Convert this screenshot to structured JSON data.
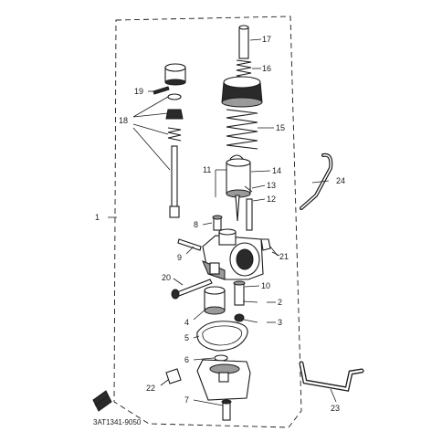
{
  "diagram": {
    "drawing_code": "3AT1341-9050",
    "callouts": [
      {
        "key": "c1",
        "label": "1"
      },
      {
        "key": "c2",
        "label": "2"
      },
      {
        "key": "c3",
        "label": "3"
      },
      {
        "key": "c4",
        "label": "4"
      },
      {
        "key": "c5",
        "label": "5"
      },
      {
        "key": "c6",
        "label": "6"
      },
      {
        "key": "c7",
        "label": "7"
      },
      {
        "key": "c8",
        "label": "8"
      },
      {
        "key": "c9",
        "label": "9"
      },
      {
        "key": "c10",
        "label": "10"
      },
      {
        "key": "c11",
        "label": "11"
      },
      {
        "key": "c12",
        "label": "12"
      },
      {
        "key": "c13",
        "label": "13"
      },
      {
        "key": "c14",
        "label": "14"
      },
      {
        "key": "c15",
        "label": "15"
      },
      {
        "key": "c16",
        "label": "16"
      },
      {
        "key": "c17",
        "label": "17"
      },
      {
        "key": "c18",
        "label": "18"
      },
      {
        "key": "c19",
        "label": "19"
      },
      {
        "key": "c20",
        "label": "20"
      },
      {
        "key": "c21",
        "label": "21"
      },
      {
        "key": "c22",
        "label": "22"
      },
      {
        "key": "c23",
        "label": "23"
      },
      {
        "key": "c24",
        "label": "24"
      }
    ]
  }
}
